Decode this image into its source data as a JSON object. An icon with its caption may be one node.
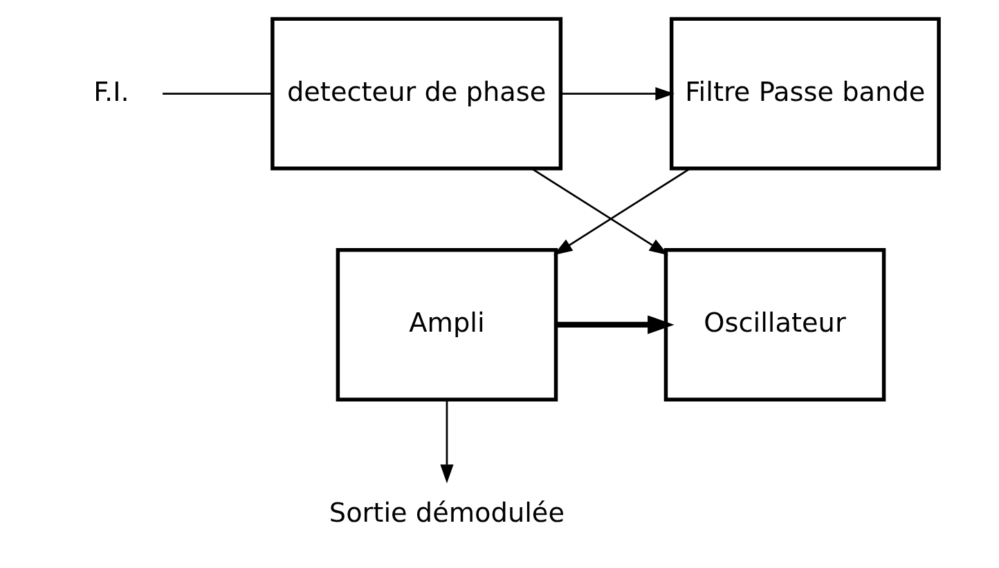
{
  "diagram": {
    "nodes": [
      {
        "text": [
          "F.I."
        ]
      },
      {
        "text": [
          "detecteur de phase"
        ]
      },
      {
        "text": [
          "Filtre Passe bande"
        ]
      },
      {
        "text": [
          "Oscillateur"
        ]
      },
      {
        "text": [
          "Ampli"
        ]
      },
      {
        "text": [
          "Sortie démodulée"
        ]
      }
    ],
    "edges": [
      {
        "from": 0,
        "to": 1,
        "arrow": "none"
      },
      {
        "from": 1,
        "to": 2,
        "arrow": "to"
      },
      {
        "from": 1,
        "to": 3,
        "arrow": "to"
      },
      {
        "from": 2,
        "to": 4,
        "arrow": "to"
      },
      {
        "from": 4,
        "to": 3,
        "arrow": "to",
        "style": "thick"
      },
      {
        "from": 4,
        "to": 5,
        "arrow": "to"
      }
    ]
  }
}
